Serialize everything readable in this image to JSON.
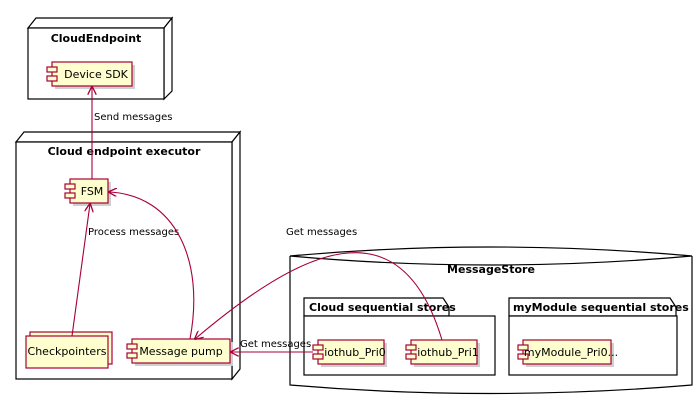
{
  "nodes": {
    "cloud_endpoint": {
      "title": "CloudEndpoint"
    },
    "executor": {
      "title": "Cloud endpoint executor"
    },
    "message_store": {
      "title": "MessageStore"
    },
    "cloud_stores": {
      "title": "Cloud sequential stores"
    },
    "module_stores": {
      "title": "myModule sequential stores"
    }
  },
  "components": {
    "device_sdk": "Device SDK",
    "fsm": "FSM",
    "checkpointers": "Checkpointers",
    "message_pump": "Message pump",
    "iothub_pri0": "iothub_Pri0",
    "iothub_pri1": "iothub_Pri1",
    "mymodule_pri0": "myModule_Pri0..."
  },
  "edges": {
    "send_messages": "Send messages",
    "process_messages": "Process messages",
    "get_messages_upper": "Get messages",
    "get_messages_lower": "Get messages"
  },
  "colors": {
    "component_fill": "#fefece",
    "component_border": "#a80036",
    "edge": "#a80036"
  }
}
